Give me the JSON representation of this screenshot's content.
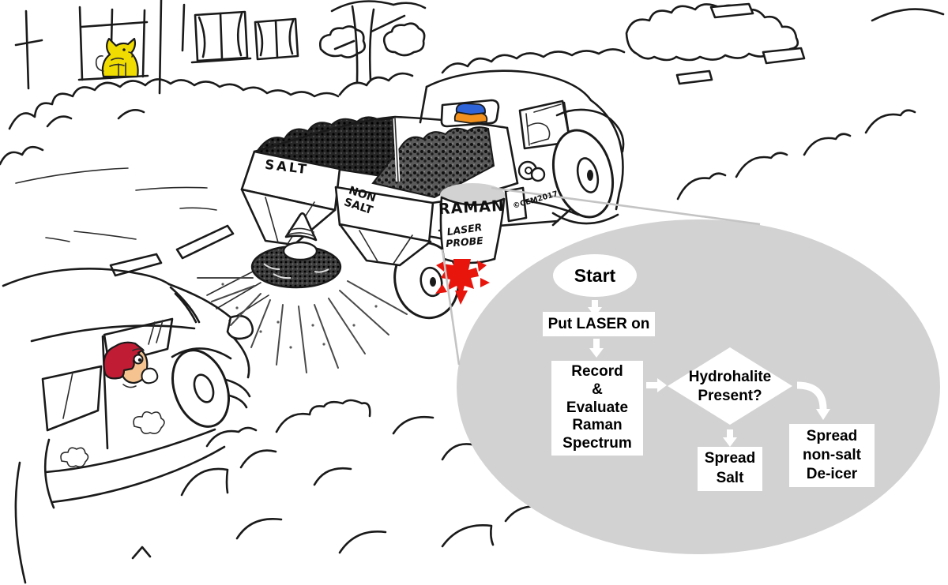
{
  "truck": {
    "hopper_left_label": "SALT",
    "hopper_right_label": "NON SALT",
    "probe_line1": "RAMAN",
    "probe_line2": "LASER",
    "probe_line3": "PROBE",
    "signature": "©CEM2017"
  },
  "flowchart": {
    "start_label": "Start",
    "step_laser": "Put LASER on",
    "step_record": "Record\n&\nEvaluate\nRaman\nSpectrum",
    "decision": "Hydrohalite\nPresent?",
    "branch_yes": "Spread\nSalt",
    "branch_no": "Spread\nnon-salt\nDe-icer"
  },
  "colors": {
    "ink": "#1a1a1a",
    "laser_red": "#e8150c",
    "dog_yellow": "#f0dc00",
    "cap_blue": "#2f63d8",
    "hair_orange": "#f2911d",
    "driver_hair_red": "#c01d35",
    "skin_tan": "#f5c38f",
    "callout_gray": "#d2d2d2",
    "node_white": "#ffffff"
  }
}
